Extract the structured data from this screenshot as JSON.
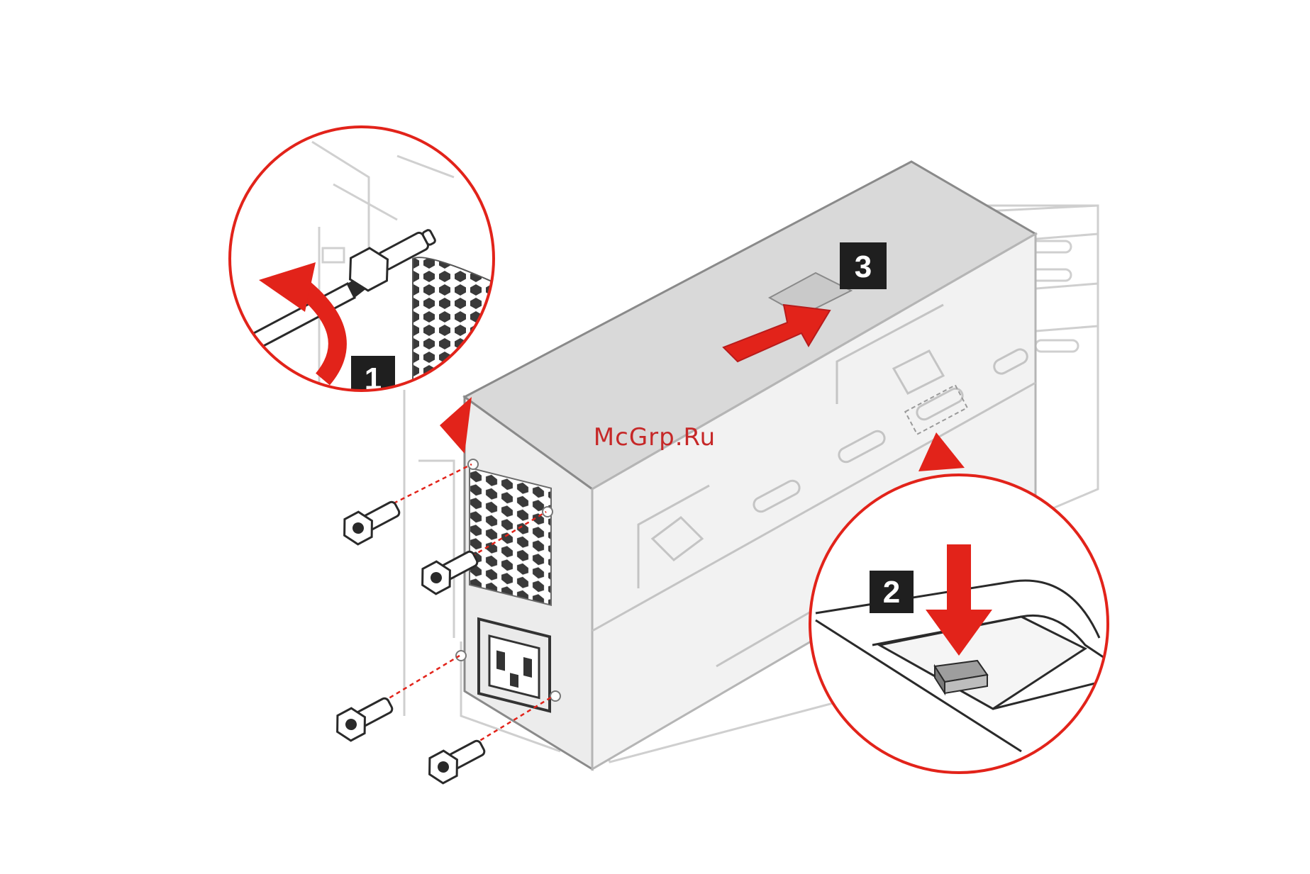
{
  "steps": {
    "step1": "1",
    "step2": "2",
    "step3": "3"
  },
  "watermark": "McGrp.Ru",
  "colors": {
    "accent": "#e2231a",
    "outline": "#8a8a8a",
    "light_outline": "#c8c8c8",
    "psu_top": "#d9d9d9",
    "psu_side": "#ececec",
    "dark": "#1f1f1f"
  },
  "icons": {
    "arrow_push": "red-arrow-right-icon",
    "arrow_press": "red-arrow-down-icon",
    "rotate": "curved-arrow-icon"
  }
}
